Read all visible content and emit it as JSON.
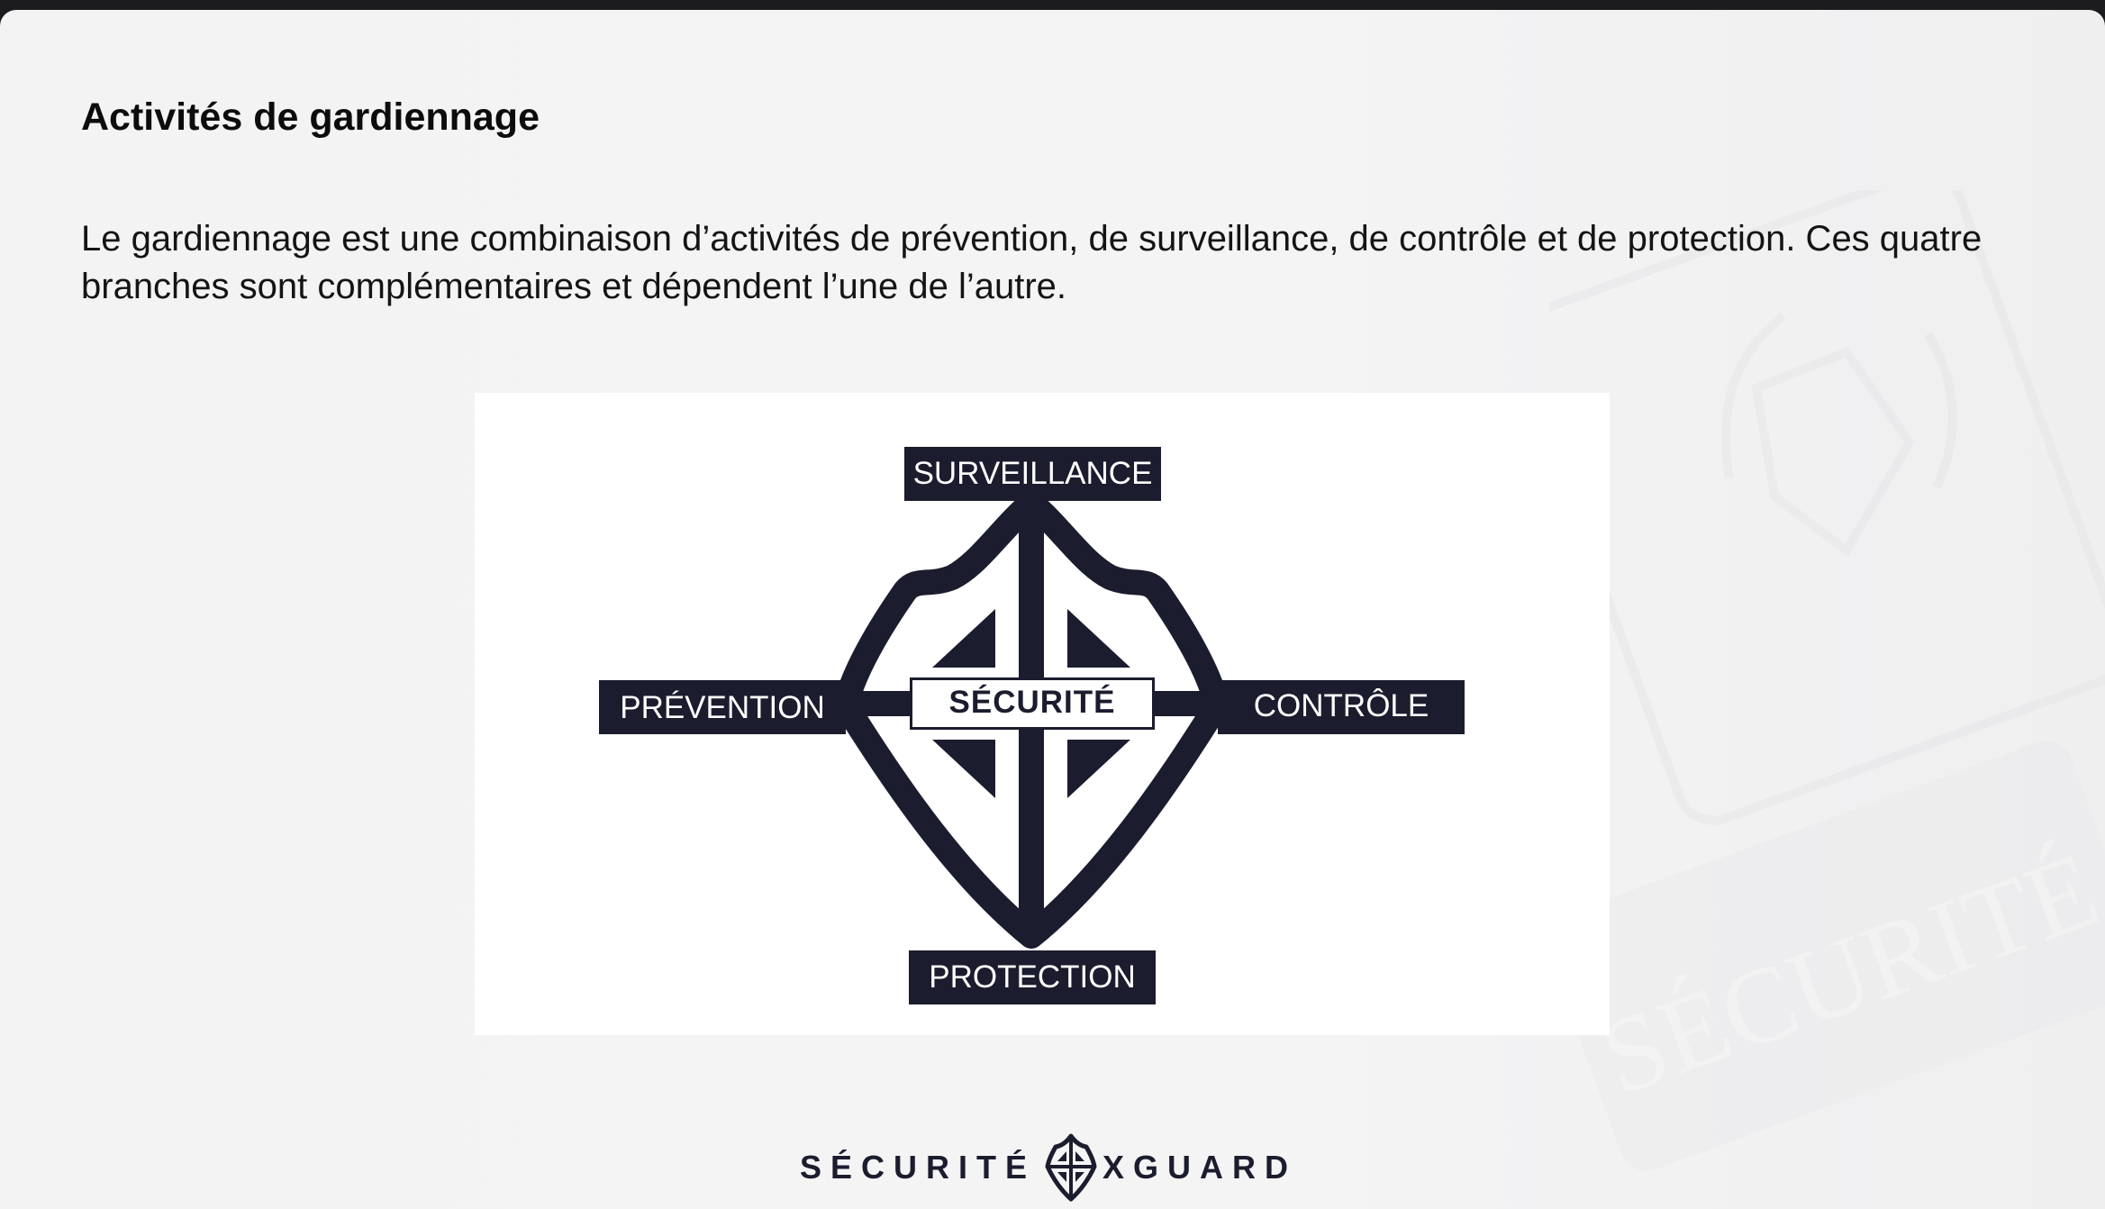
{
  "slide": {
    "title": "Activités de gardiennage",
    "body": "Le gardiennage est une combinaison d’activités de prévention, de surveillance, de contrôle et de protection. Ces quatre branches sont complémentaires et dépendent l’une de l’autre."
  },
  "diagram": {
    "top_label": "SURVEILLANCE",
    "left_label": "PRÉVENTION",
    "right_label": "CONTRÔLE",
    "bottom_label": "PROTECTION",
    "center_label": "SÉCURITÉ",
    "icon": "shield-icon"
  },
  "footer": {
    "brand_left": "SÉCURITÉ",
    "brand_right": "XGUARD",
    "icon": "shield-logo-icon"
  },
  "watermark": {
    "text": "SÉCURITÉ",
    "icon": "badge-watermark-icon"
  },
  "colors": {
    "navy": "#1b1d2e",
    "background": "#f3f3f4",
    "frame": "#1c1c1e"
  }
}
